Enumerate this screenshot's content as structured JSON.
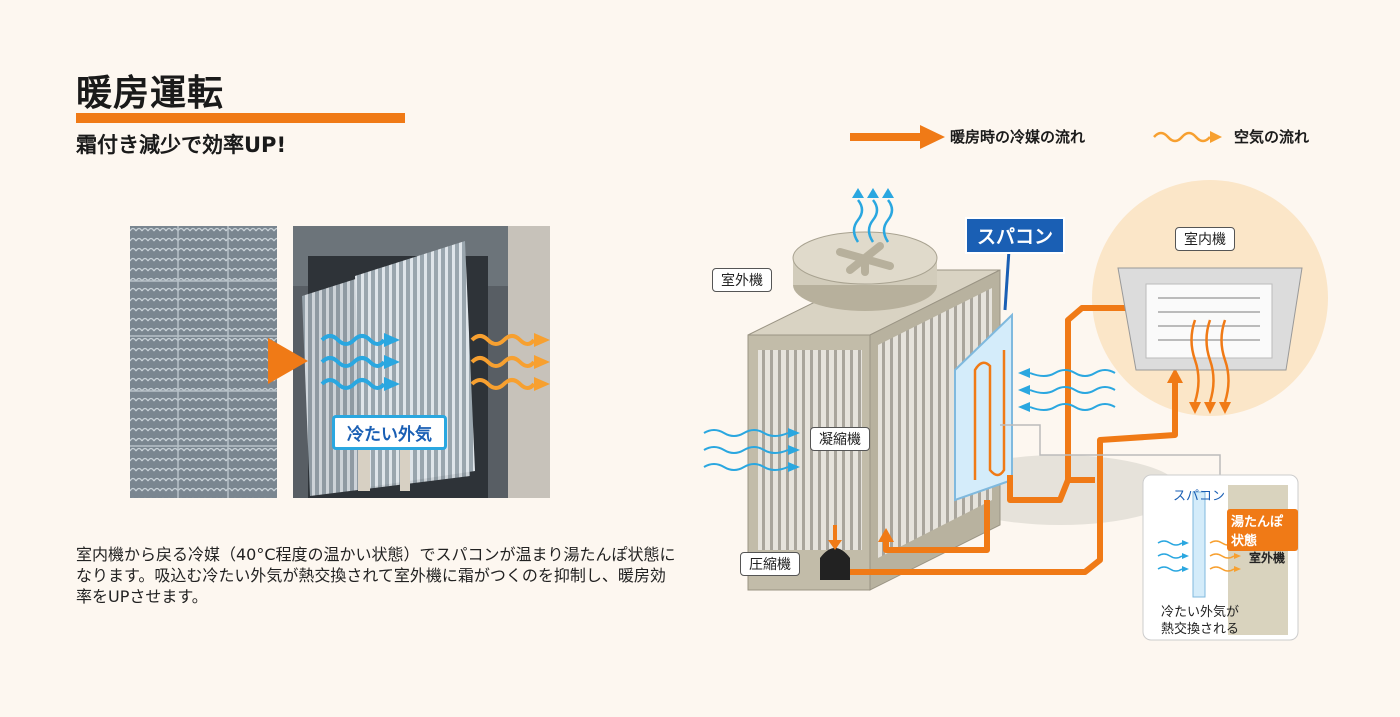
{
  "title": "暖房運転",
  "subtitle": "霜付き減少で効率UP!",
  "description": "室内機から戻る冷媒（40°C程度の温かい状態）でスパコンが温まり湯たんぽ状態になります。吸込む冷たい外気が熱交換されて室外機に霜がつくのを抑制し、暖房効率をUPさせます。",
  "legend": {
    "refrigerant_flow": "暖房時の冷媒の流れ",
    "air_flow": "空気の流れ"
  },
  "photo": {
    "cold_air_label": "冷たい外気"
  },
  "diagram": {
    "outdoor_unit": "室外機",
    "condenser": "凝縮機",
    "compressor": "圧縮機",
    "spacon": "スパコン",
    "indoor_unit": "室内機"
  },
  "inset": {
    "spacon": "スパコン",
    "hot_water_bottle": "湯たんぽ状態",
    "outdoor_unit": "室外機",
    "caption_line1": "冷たい外気が",
    "caption_line2": "熱交換される"
  },
  "colors": {
    "accent_orange": "#f07a16",
    "spacon_blue": "#1a5fb4",
    "air_blue": "#2aa7e0",
    "background": "#fdf7f0"
  }
}
